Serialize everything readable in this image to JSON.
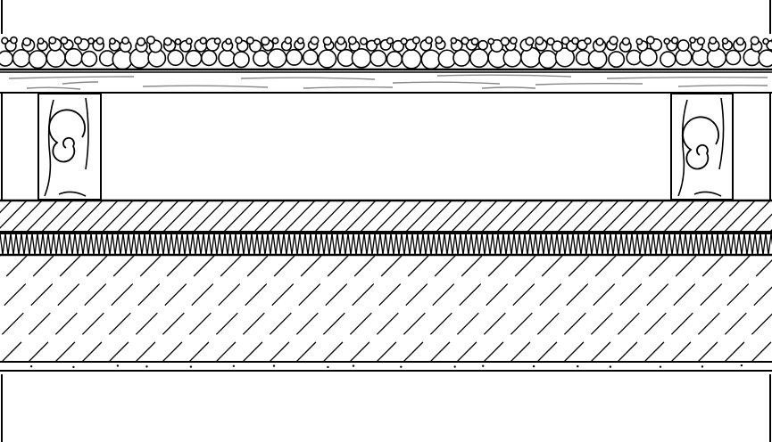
{
  "diagram": {
    "kind": "construction-section-detail",
    "line_color": "#000000",
    "background_color": "#ffffff",
    "layers": [
      {
        "id": "gravel-layer",
        "material": "gravel"
      },
      {
        "id": "membrane-layer",
        "material": "membrane"
      },
      {
        "id": "batten-cavity-layer",
        "material": "timber-battens-air-gap"
      },
      {
        "id": "hatched-board-layer",
        "material": "board"
      },
      {
        "id": "insulation-layer",
        "material": "insulation"
      },
      {
        "id": "slab-layer",
        "material": "concrete"
      },
      {
        "id": "finish-layer",
        "material": "plaster"
      }
    ],
    "battens": [
      {
        "id": "batten-left"
      },
      {
        "id": "batten-right"
      }
    ]
  }
}
